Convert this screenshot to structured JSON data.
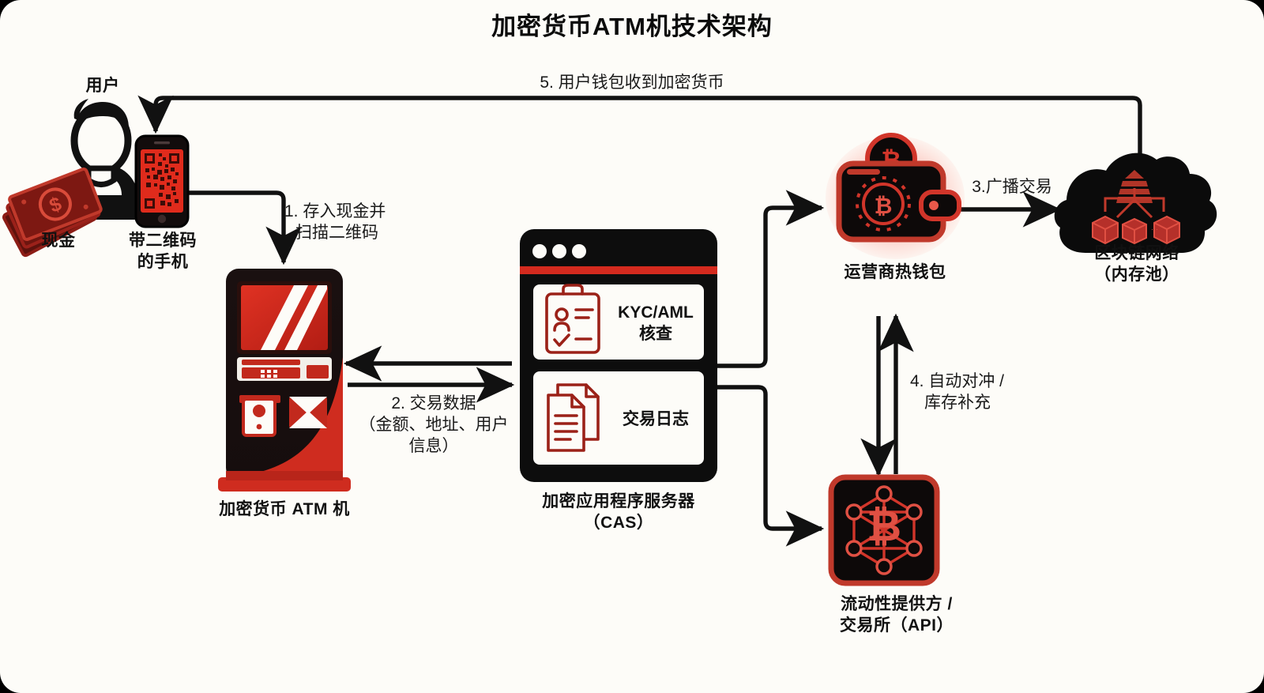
{
  "page": {
    "title": "加密货币ATM机技术架构",
    "background": "#fdfcf8",
    "accent_red": "#d42a1e",
    "accent_dark_red": "#8c1d16",
    "ink": "#111111"
  },
  "nodes": {
    "user": {
      "label": "用户",
      "icon": "user-avatar-icon"
    },
    "cash": {
      "label": "现金",
      "icon": "cash-banknotes-icon"
    },
    "phone": {
      "label": "带二维码\n的手机",
      "line1": "带二维码",
      "line2": "的手机",
      "icon": "phone-qr-icon"
    },
    "atm": {
      "label": "加密货币 ATM 机",
      "icon": "crypto-atm-icon"
    },
    "cas": {
      "label_line1": "加密应用程序服务器",
      "label_line2": "（CAS）",
      "icon": "server-window-icon",
      "cards": [
        {
          "title_line1": "KYC/AML",
          "title_line2": "核查",
          "icon": "clipboard-check-icon"
        },
        {
          "title_line1": "交易日志",
          "title_line2": "",
          "icon": "documents-icon"
        }
      ]
    },
    "hot_wallet": {
      "label": "运营商热钱包",
      "icon": "bitcoin-wallet-icon"
    },
    "blockchain": {
      "label_line1": "区块链网络",
      "label_line2": "（内存池）",
      "icon": "cloud-blockchain-icon"
    },
    "liquidity": {
      "label_line1": "流动性提供方 /",
      "label_line2": "交易所（API）",
      "icon": "bitcoin-network-icon"
    }
  },
  "steps": [
    {
      "id": "step1",
      "line1": "1. 存入现金并",
      "line2": "扫描二维码"
    },
    {
      "id": "step2",
      "line1": "2. 交易数据",
      "line2": "（金额、地址、用户",
      "line3": "信息）"
    },
    {
      "id": "step3",
      "line1": "3.广播交易",
      "line2": ""
    },
    {
      "id": "step4",
      "line1": "4. 自动对冲 /",
      "line2": "库存补充"
    },
    {
      "id": "step5",
      "line1": "5. 用户钱包收到加密货币",
      "line2": ""
    }
  ]
}
